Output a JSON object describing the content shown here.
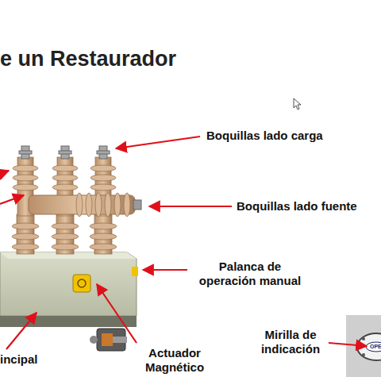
{
  "diagram": {
    "title": "e un Restaurador",
    "labels": [
      "Boquillas lado carga",
      "Boquillas lado fuente",
      "Palanca de operación manual",
      "Mirilla de indicación",
      "Actuador Magnético",
      "incipal",
      "OPE"
    ]
  }
}
